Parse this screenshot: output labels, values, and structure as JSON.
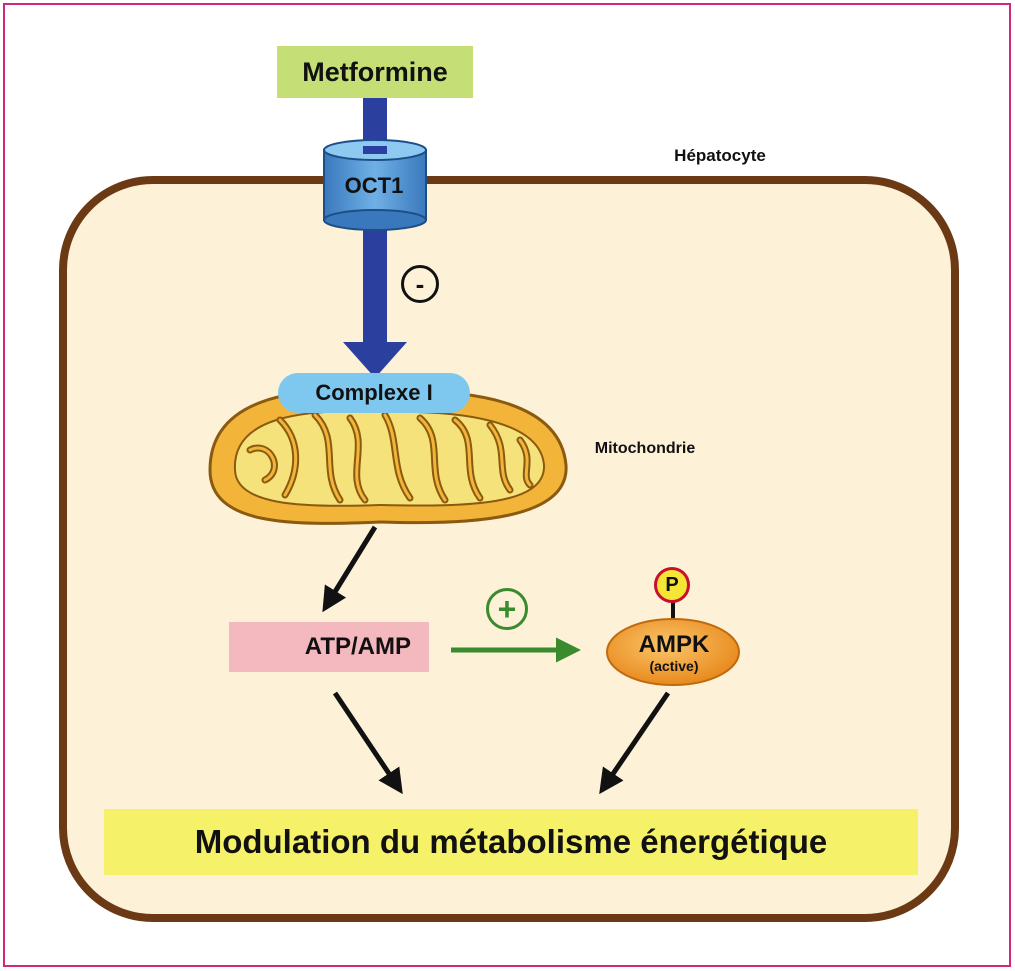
{
  "diagram": {
    "metformine": "Metformine",
    "oct1": "OCT1",
    "hepatocyte": "Hépatocyte",
    "inhibition_sign": "-",
    "complexe": "Complexe I",
    "mitochondrie": "Mitochondrie",
    "atp_amp": "ATP/AMP",
    "activation_sign": "+",
    "phospho": "P",
    "ampk": "AMPK",
    "ampk_state": "(active)",
    "result": "Modulation du métabolisme énergétique"
  },
  "colors": {
    "frame_border": "#d0287a",
    "cell_fill": "#fdf1d8",
    "cell_border": "#6b3a14",
    "metformine_box": "#c5de75",
    "transport_arrow": "#2a3f9e",
    "oct1_channel": "#4a8fd0",
    "complexe_box": "#7ec8ef",
    "mito_fill": "#f2b53a",
    "mito_cristae": "#f6e27a",
    "atp_box": "#f4b8bf",
    "down_arrow": "#e0202c",
    "activation_green": "#3a8a2e",
    "ampk_fill": "#f2a23a",
    "phospho_fill": "#f5e534",
    "phospho_ring": "#c8102e",
    "result_box": "#f5f26a"
  }
}
